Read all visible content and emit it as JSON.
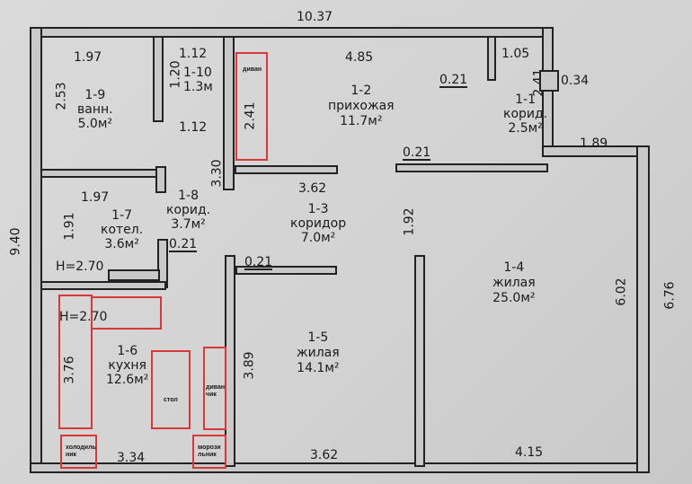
{
  "dimensions": {
    "top": "10.37",
    "right": "6.76",
    "left": "9.40",
    "top_mid": "4.85",
    "hall_w": "3.62",
    "corr_h": "1.92",
    "living_h": "6.02",
    "bottom_mid": "3.62",
    "bottom_right": "4.15",
    "bottom_left": "3.34",
    "bath_w": "1.97",
    "bath_h": "2.53",
    "wc_w": "1.12",
    "wc_h": "1.20",
    "wc_w2": "1.12",
    "corr18_h": "3.30",
    "boiler_w": "1.97",
    "boiler_h": "1.91",
    "wall1": "0.21",
    "wall2": "0.21",
    "wall3": "0.21",
    "wall4": "0.21",
    "kitchen_h": "3.76",
    "kitchen_h2": "3.89",
    "corr11_w": "1.05",
    "corr11_h": "2.41",
    "ext": "0.34",
    "porch": "1.89",
    "height1": "H=2.70",
    "height2": "H=2.70",
    "sofa_len": "2.41"
  },
  "rooms": [
    {
      "num": "1-9",
      "name": "ванн.",
      "area": "5.0м²"
    },
    {
      "num": "1-10",
      "name": "",
      "area": "1.3м"
    },
    {
      "num": "1-2",
      "name": "прихожая",
      "area": "11.7м²"
    },
    {
      "num": "1-1",
      "name": "корид.",
      "area": "2.5м²"
    },
    {
      "num": "1-7",
      "name": "котел.",
      "area": "3.6м²"
    },
    {
      "num": "1-8",
      "name": "корид.",
      "area": "3.7м²"
    },
    {
      "num": "1-3",
      "name": "коридор",
      "area": "7.0м²"
    },
    {
      "num": "1-4",
      "name": "жилая",
      "area": "25.0м²"
    },
    {
      "num": "1-6",
      "name": "кухня",
      "area": "12.6м²"
    },
    {
      "num": "1-5",
      "name": "жилая",
      "area": "14.1м²"
    }
  ],
  "furniture": {
    "sofa": "диван",
    "table": "стол",
    "small_sofa": "диванчик",
    "fridge": "холодильник",
    "freezer": "морозильник"
  },
  "colors": {
    "furniture": "#d9383a"
  }
}
